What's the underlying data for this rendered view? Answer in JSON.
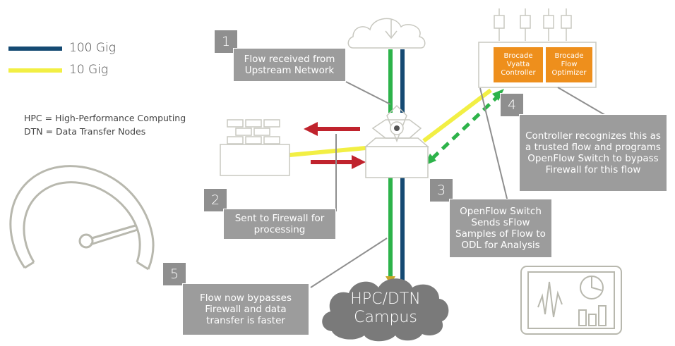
{
  "legend": [
    {
      "label": "100 Gig",
      "color": "#154a73"
    },
    {
      "label": "10 Gig",
      "color": "#f2ef44"
    }
  ],
  "definitions": [
    "HPC = High-Performance Computing",
    "DTN = Data Transfer Nodes"
  ],
  "controllers": {
    "vyatta": "Brocade Vyatta Controller",
    "optimizer": "Brocade Flow Optimizer"
  },
  "steps": [
    {
      "number": "1",
      "text": "Flow received from Upstream Network"
    },
    {
      "number": "2",
      "text": "Sent to Firewall for processing"
    },
    {
      "number": "3",
      "text": "OpenFlow Switch Sends sFlow Samples of Flow to ODL for Analysis"
    },
    {
      "number": "4",
      "text": "Controller recognizes this as a trusted flow and programs OpenFlow Switch to bypass Firewall for this flow"
    },
    {
      "number": "5",
      "text": "Flow now bypasses Firewall and data transfer is faster"
    }
  ],
  "campus": {
    "line1": "HPC/DTN",
    "line2": "Campus"
  },
  "colors": {
    "green": "#2db34a",
    "navy": "#154a73",
    "yellow": "#f2ef44",
    "red": "#c0232d",
    "outline": "#c8c8c0",
    "callout": "#9c9c9c",
    "orange": "#ee8f1c"
  },
  "icons": [
    "cloud-download-icon",
    "firewall-icon",
    "openflow-switch-icon",
    "speedometer-icon",
    "dashboard-monitor-icon",
    "servers-icon"
  ]
}
